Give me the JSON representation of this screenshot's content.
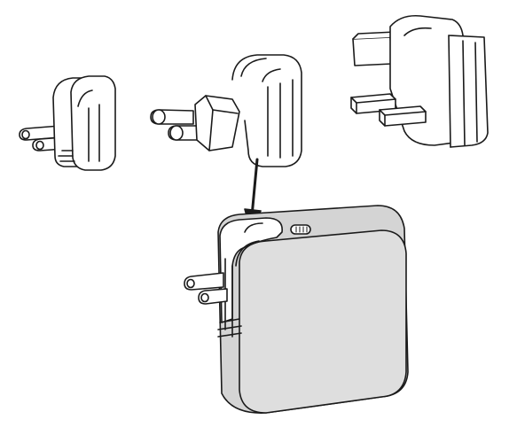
{
  "illustration": {
    "subject": "travel-charger-with-interchangeable-plug-adapters",
    "adapters": [
      {
        "name": "us-plug-adapter"
      },
      {
        "name": "eu-plug-adapter"
      },
      {
        "name": "uk-plug-adapter"
      }
    ],
    "charger": {
      "port": "usb-c-port"
    },
    "arrow": {
      "direction": "down"
    }
  },
  "colors": {
    "line": "#1a1a1a",
    "adapter_fill": "#ffffff",
    "charger_fill": "#d4d4d4",
    "charger_front": "#dedede",
    "background": "#ffffff"
  }
}
